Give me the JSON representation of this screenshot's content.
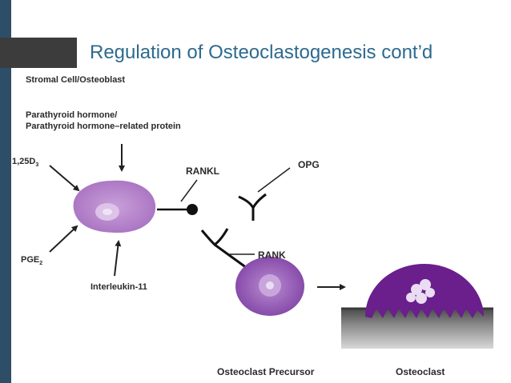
{
  "slide": {
    "title": "Regulation of Osteoclastogenesis cont’d"
  },
  "diagram": {
    "stromal_heading": "Stromal Cell/Osteoblast",
    "pth_line1": "Parathyroid hormone/",
    "pth_line2": "Parathyroid hormone–related protein",
    "vitd_main": "1,25D",
    "vitd_sub": "3",
    "pge_main": "PGE",
    "pge_sub": "2",
    "il11": "Interleukin-11",
    "rankl": "RANKL",
    "opg": "OPG",
    "rank": "RANK",
    "precursor": "Osteoclast Precursor",
    "osteoclast": "Osteoclast"
  },
  "colors": {
    "slide_bar": "#2d4e66",
    "title_tab": "#3c3c3c",
    "title_text": "#2d6a8e",
    "stromal_cell": "#b07ec6",
    "precursor_cell": "#8a4fb0",
    "osteoclast_cell": "#6a1f8c",
    "bone": "#6f6f6f"
  }
}
